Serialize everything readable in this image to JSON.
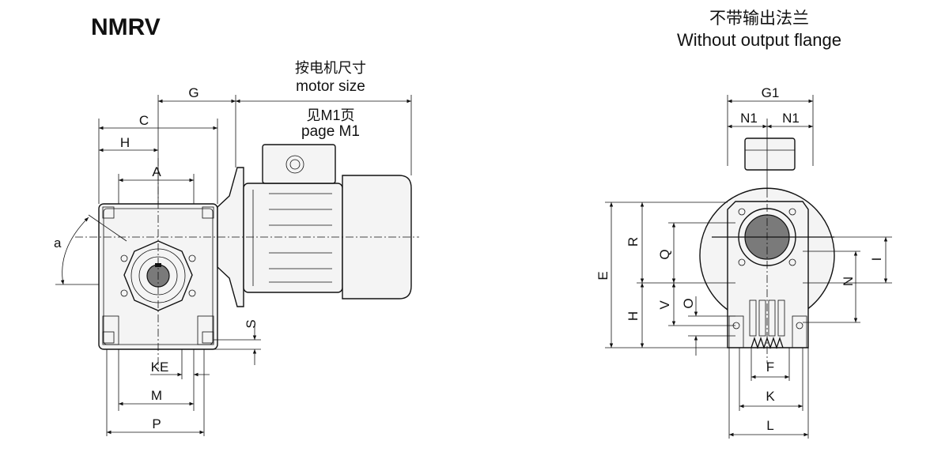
{
  "model": "NMRV",
  "right_title_cn": "不带输出法兰",
  "right_title_en": "Without output flange",
  "motor_note": {
    "line1": "按电机尺寸",
    "line2": "motor size",
    "line3": "见M1页",
    "line4": "page M1"
  },
  "left_dims": {
    "G": "G",
    "C": "C",
    "H": "H",
    "A": "A",
    "a": "a",
    "S": "S",
    "KE": "KE",
    "M": "M",
    "P": "P"
  },
  "right_dims": {
    "G1": "G1",
    "N1a": "N1",
    "N1b": "N1",
    "E": "E",
    "R": "R",
    "H": "H",
    "Q": "Q",
    "V": "V",
    "O": "O",
    "N": "N",
    "I": "I",
    "F": "F",
    "K": "K",
    "L": "L"
  }
}
